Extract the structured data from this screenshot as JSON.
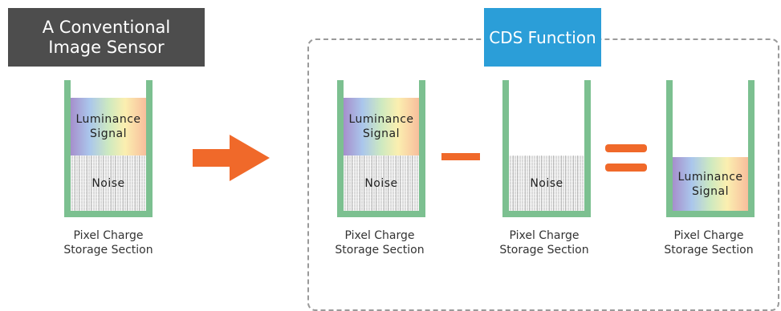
{
  "conventional": {
    "title": "A Conventional\nImage Sensor",
    "signal_label": "Luminance\nSignal",
    "noise_label": "Noise",
    "caption": "Pixel Charge\nStorage Section"
  },
  "arrow": {
    "color": "#f0692a",
    "icon": "right-arrow-icon"
  },
  "cds": {
    "title": "CDS Function",
    "step1": {
      "signal_label": "Luminance\nSignal",
      "noise_label": "Noise",
      "caption": "Pixel Charge\nStorage Section"
    },
    "operator_minus": "minus-sign",
    "step2": {
      "noise_label": "Noise",
      "caption": "Pixel Charge\nStorage Section"
    },
    "operator_equals": "equals-sign",
    "step3": {
      "signal_label": "Luminance\nSignal",
      "caption": "Pixel Charge\nStorage Section"
    }
  },
  "colors": {
    "conventional_title_bg": "#4d4d4d",
    "cds_title_bg": "#2b9ed8",
    "beaker": "#7cc090",
    "operator": "#f0692a",
    "dashed_frame": "#9a9a9a"
  }
}
